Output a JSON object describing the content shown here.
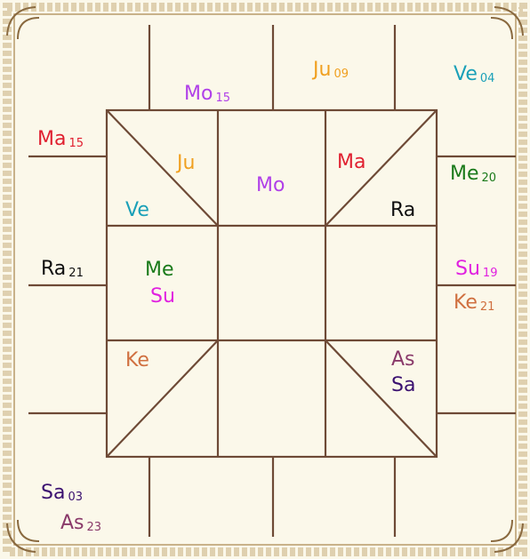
{
  "colors": {
    "background": "#fbf8ea",
    "line": "#6e4a36",
    "border": "#b89a6a",
    "Ju": "#f0a020",
    "Mo": "#b040e8",
    "Ve": "#1aa0b8",
    "Ma": "#e02030",
    "Me": "#1a7a1a",
    "Ra": "#101010",
    "Su": "#e020e0",
    "Ke": "#d07040",
    "Sa": "#3a1070",
    "As": "#8a3a6a"
  },
  "outer_planets": [
    {
      "id": "mo",
      "name": "Mo",
      "deg": "15"
    },
    {
      "id": "ju",
      "name": "Ju",
      "deg": "09"
    },
    {
      "id": "ve",
      "name": "Ve",
      "deg": "04"
    },
    {
      "id": "ma",
      "name": "Ma",
      "deg": "15"
    },
    {
      "id": "me",
      "name": "Me",
      "deg": "20"
    },
    {
      "id": "ra",
      "name": "Ra",
      "deg": "21"
    },
    {
      "id": "su",
      "name": "Su",
      "deg": "19"
    },
    {
      "id": "ke",
      "name": "Ke",
      "deg": "21"
    },
    {
      "id": "sa",
      "name": "Sa",
      "deg": "03"
    },
    {
      "id": "as",
      "name": "As",
      "deg": "23"
    }
  ],
  "inner_planets": [
    {
      "id": "ju",
      "name": "Ju"
    },
    {
      "id": "ve",
      "name": "Ve"
    },
    {
      "id": "mo",
      "name": "Mo"
    },
    {
      "id": "ma",
      "name": "Ma"
    },
    {
      "id": "ra",
      "name": "Ra"
    },
    {
      "id": "me",
      "name": "Me"
    },
    {
      "id": "su",
      "name": "Su"
    },
    {
      "id": "ke",
      "name": "Ke"
    },
    {
      "id": "as",
      "name": "As"
    },
    {
      "id": "sa",
      "name": "Sa"
    }
  ]
}
